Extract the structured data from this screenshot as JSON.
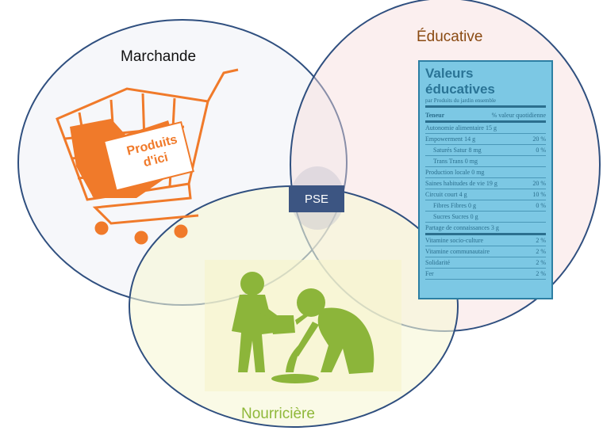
{
  "circles": {
    "marchande": {
      "label": "Marchande",
      "color": "#2f4f7f"
    },
    "educative": {
      "label": "Éducative",
      "color": "#8a4a12"
    },
    "nourriciere": {
      "label": "Nourricière",
      "color": "#8fb83a"
    }
  },
  "center": {
    "label": "PSE"
  },
  "cart": {
    "sign_line1": "Produits",
    "sign_line2": "d'ici",
    "color": "#f07a2a"
  },
  "card": {
    "title": "Valeurs éducatives",
    "subtitle": "par Produits du jardin ensemble",
    "header_left": "Teneur",
    "header_right": "% valeur quotidienne",
    "rows": [
      {
        "label": "Autonomie alimentaire 15 g",
        "value": ""
      },
      {
        "label": "Empowerment 14 g",
        "value": "20 %"
      },
      {
        "label": "Saturés Satur 8 mg",
        "value": "0 %"
      },
      {
        "label": "Trans Trans 0 mg",
        "value": ""
      },
      {
        "label": "Production locale 0 mg",
        "value": ""
      },
      {
        "label": "Saines habitudes de vie 19 g",
        "value": "20 %"
      },
      {
        "label": "Circuit court 4 g",
        "value": "10 %"
      },
      {
        "label": "Fibres Fibres 0 g",
        "value": "0 %"
      },
      {
        "label": "Sucres Sucres 0 g",
        "value": ""
      },
      {
        "label": "Partage de connaissances 3 g",
        "value": ""
      },
      {
        "label": "Vitamine socio-culture",
        "value": "2 %"
      },
      {
        "label": "Vitamine communautaire",
        "value": "2 %"
      },
      {
        "label": "Solidarité",
        "value": "2 %"
      },
      {
        "label": "Fer",
        "value": "2 %"
      }
    ]
  }
}
